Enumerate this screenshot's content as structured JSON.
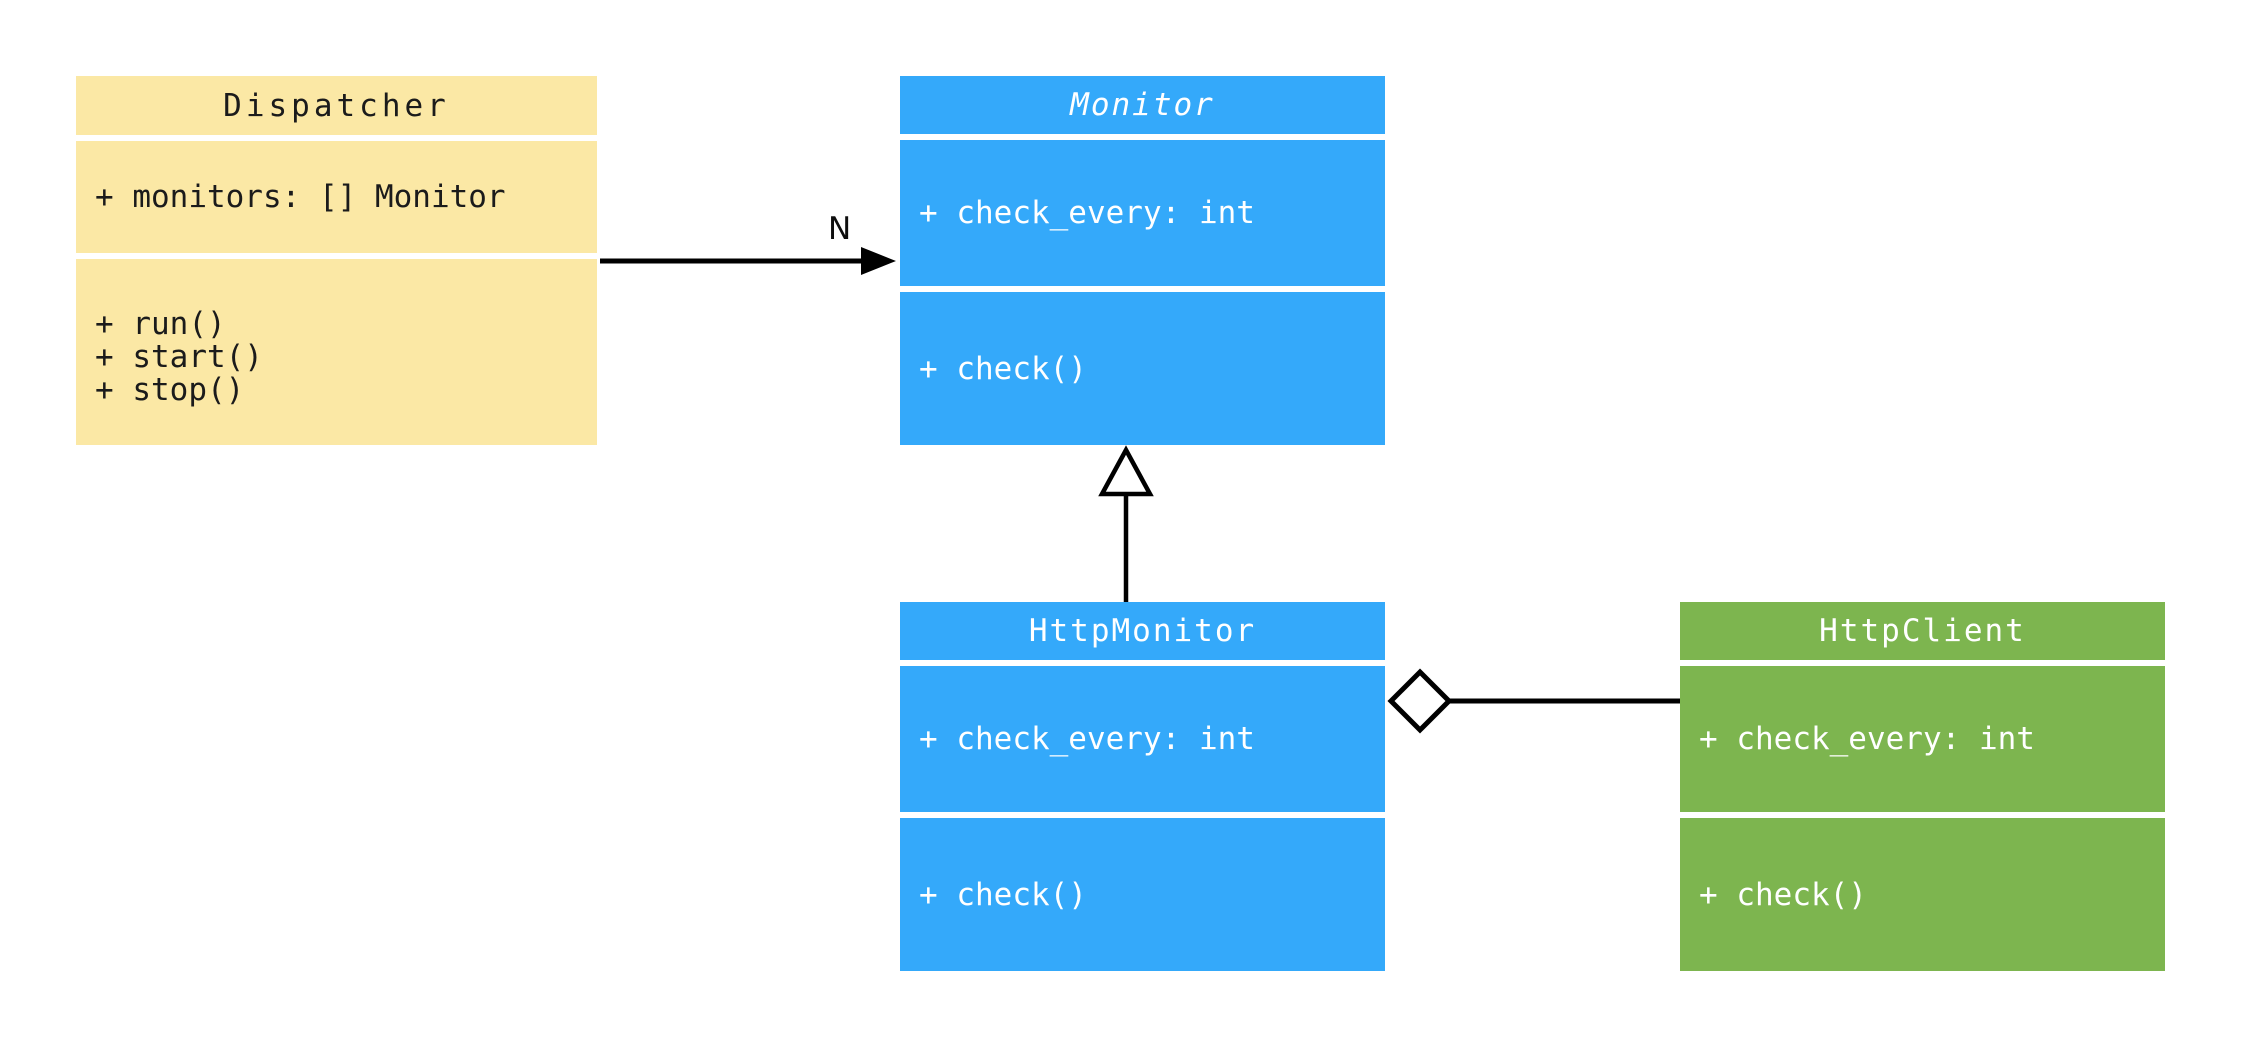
{
  "diagram": {
    "kind": "uml-class-diagram",
    "background_color": "#FFFFFF",
    "line_color": "#000000",
    "classes": [
      {
        "name": "Dispatcher",
        "abstract": false,
        "fill": "#FBE8A5",
        "text_color": "#1B1B1B",
        "attributes": [
          "+ monitors: [] Monitor"
        ],
        "methods": [
          "+ run()",
          "+ start()",
          "+ stop()"
        ]
      },
      {
        "name": "Monitor",
        "abstract": true,
        "fill": "#34A9FA",
        "text_color": "#FFFFFF",
        "attributes": [
          "+ check_every: int"
        ],
        "methods": [
          "+ check()"
        ]
      },
      {
        "name": "HttpMonitor",
        "abstract": false,
        "fill": "#34A9FA",
        "text_color": "#FFFFFF",
        "attributes": [
          "+ check_every: int"
        ],
        "methods": [
          "+ check()"
        ]
      },
      {
        "name": "HttpClient",
        "abstract": false,
        "fill": "#7DB54F",
        "text_color": "#FFFFFF",
        "attributes": [
          "+ check_every: int"
        ],
        "methods": [
          "+ check()"
        ]
      }
    ],
    "edges": [
      {
        "type": "directed-association",
        "from": "Dispatcher",
        "to": "Monitor",
        "label": "N",
        "marker": "filled-arrowhead"
      },
      {
        "type": "inheritance",
        "from": "HttpMonitor",
        "to": "Monitor",
        "label": "",
        "marker": "hollow-triangle"
      },
      {
        "type": "aggregation",
        "from": "HttpMonitor",
        "to": "HttpClient",
        "label": "",
        "marker": "hollow-diamond"
      }
    ]
  }
}
